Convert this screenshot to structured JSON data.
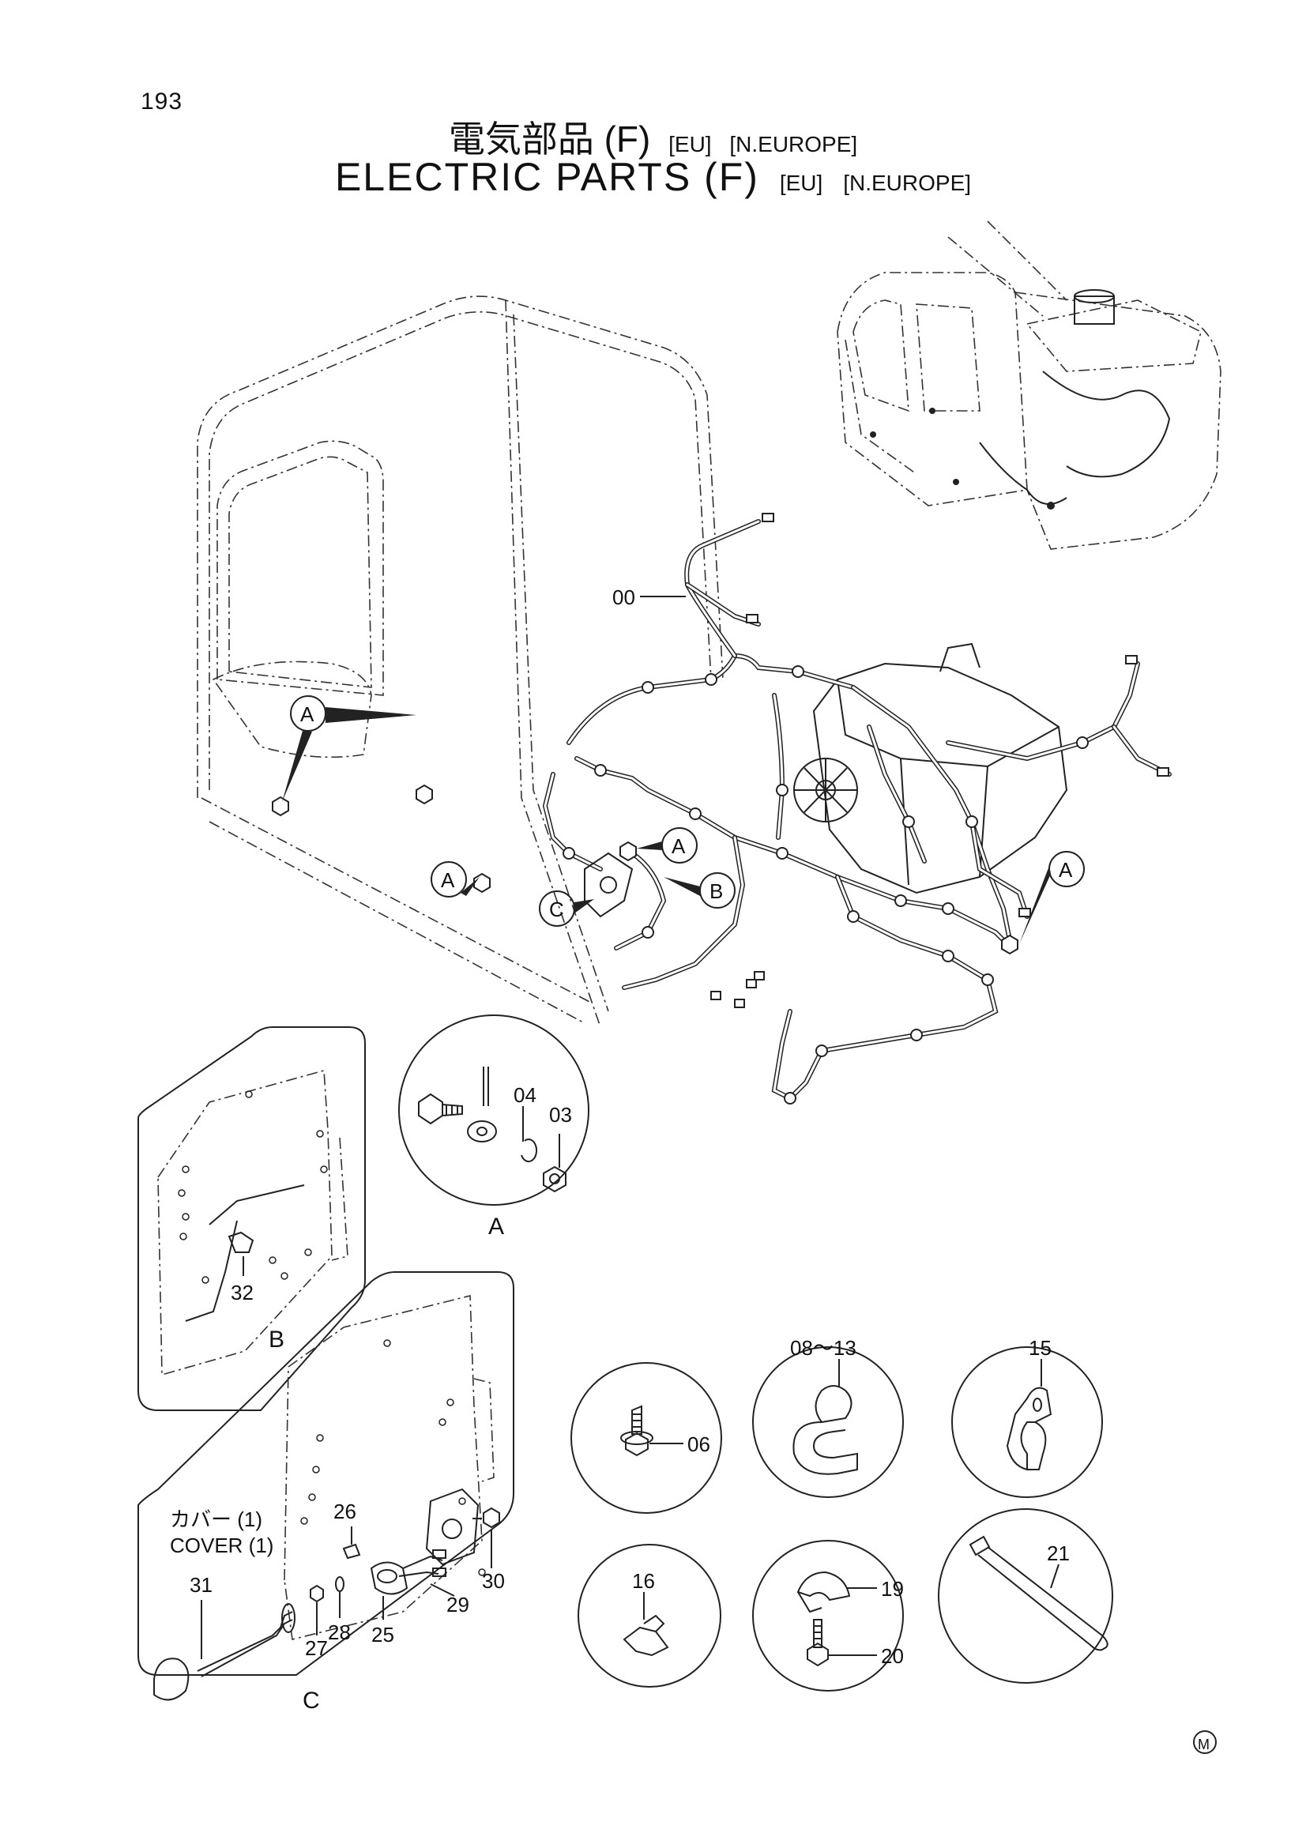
{
  "page_number": "193",
  "title_jp": "電気部品 (F)",
  "title_en": "ELECTRIC PARTS (F)",
  "tag_eu": "[EU]",
  "tag_neurope": "[N.EUROPE]",
  "callouts": {
    "A": "A",
    "B": "B",
    "C": "C"
  },
  "detail_labels": {
    "A": "A",
    "B": "B",
    "C": "C"
  },
  "cover_label_jp": "カバー (1)",
  "cover_label_en": "COVER (1)",
  "part_numbers": {
    "p00": "00",
    "p03": "03",
    "p04": "04",
    "p06": "06",
    "p08_13": "08～13",
    "p15": "15",
    "p16": "16",
    "p19": "19",
    "p20": "20",
    "p21": "21",
    "p25": "25",
    "p26": "26",
    "p27": "27",
    "p28": "28",
    "p29": "29",
    "p30": "30",
    "p31": "31",
    "p32": "32"
  },
  "mark": "M"
}
